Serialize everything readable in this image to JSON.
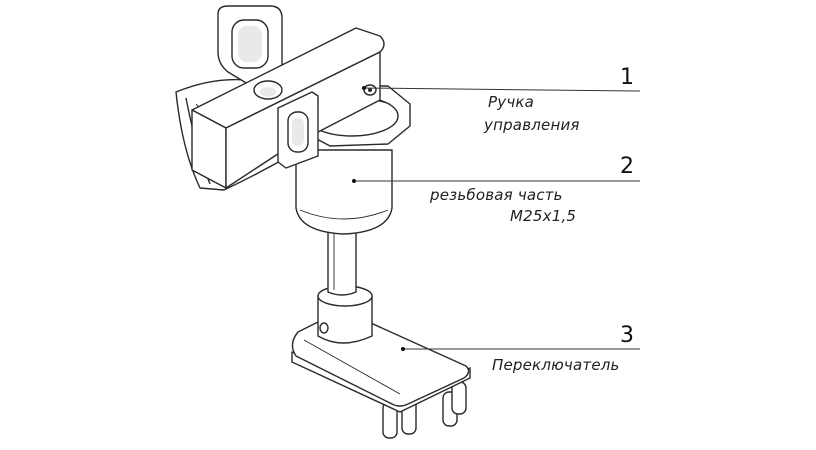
{
  "callouts": [
    {
      "number": "1",
      "label_lines": [
        "Ручка",
        "управления"
      ]
    },
    {
      "number": "2",
      "label_lines": [
        "резьбовая часть",
        "М25х1,5"
      ]
    },
    {
      "number": "3",
      "label_lines": [
        "Переключатель"
      ]
    }
  ]
}
